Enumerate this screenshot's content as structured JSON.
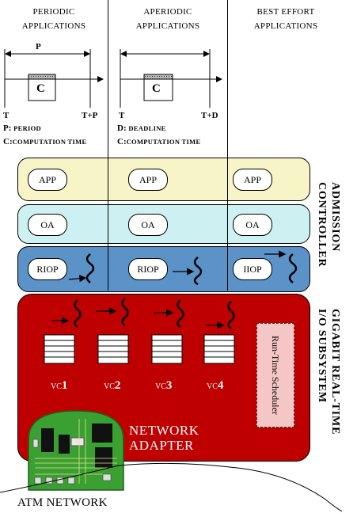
{
  "columns": [
    {
      "line1": "PERIODIC",
      "line2": "APPLICATIONS"
    },
    {
      "line1": "APERIODIC",
      "line2": "APPLICATIONS"
    },
    {
      "line1": "BEST EFFORT",
      "line2": "APPLICATIONS"
    }
  ],
  "timing": {
    "periodic": {
      "span": "P",
      "box": "C",
      "start": "T",
      "end": "T+P",
      "def1_key": "P:",
      "def1_text": "PERIOD",
      "def2_key": "C:",
      "def2_text": "COMPUTATION TIME"
    },
    "aperiodic": {
      "box": "C",
      "start": "T",
      "end": "T+D",
      "def1_key": "D:",
      "def1_text": "DEADLINE",
      "def2_key": "C:",
      "def2_text": "COMPUTATION TIME"
    }
  },
  "rows": {
    "app": [
      "APP",
      "APP",
      "APP"
    ],
    "oa": [
      "OA",
      "OA",
      "OA"
    ],
    "iop": [
      "RIOP",
      "RIOP",
      "IIOP"
    ]
  },
  "side_labels": {
    "admission": [
      "ADMISSION",
      "CONTROLLER"
    ],
    "gigabit": [
      "GIGABIT REAL-TIME",
      "I/O SUBSYSTEM"
    ]
  },
  "vcs": [
    {
      "prefix": "VC",
      "num": "1"
    },
    {
      "prefix": "VC",
      "num": "2"
    },
    {
      "prefix": "VC",
      "num": "3"
    },
    {
      "prefix": "VC",
      "num": "4"
    }
  ],
  "scheduler": "Run-Time Scheduler",
  "adapter": {
    "line1": "NETWORK",
    "line2": "ADAPTER"
  },
  "network": "ATM NETWORK",
  "colors": {
    "app_band": "#f7f5c8",
    "oa_band": "#cdf0f2",
    "iop_band": "#5b92c8",
    "gigabit": "#bf0000",
    "scheduler": "#f4c6c6",
    "board": "#3aa032"
  }
}
